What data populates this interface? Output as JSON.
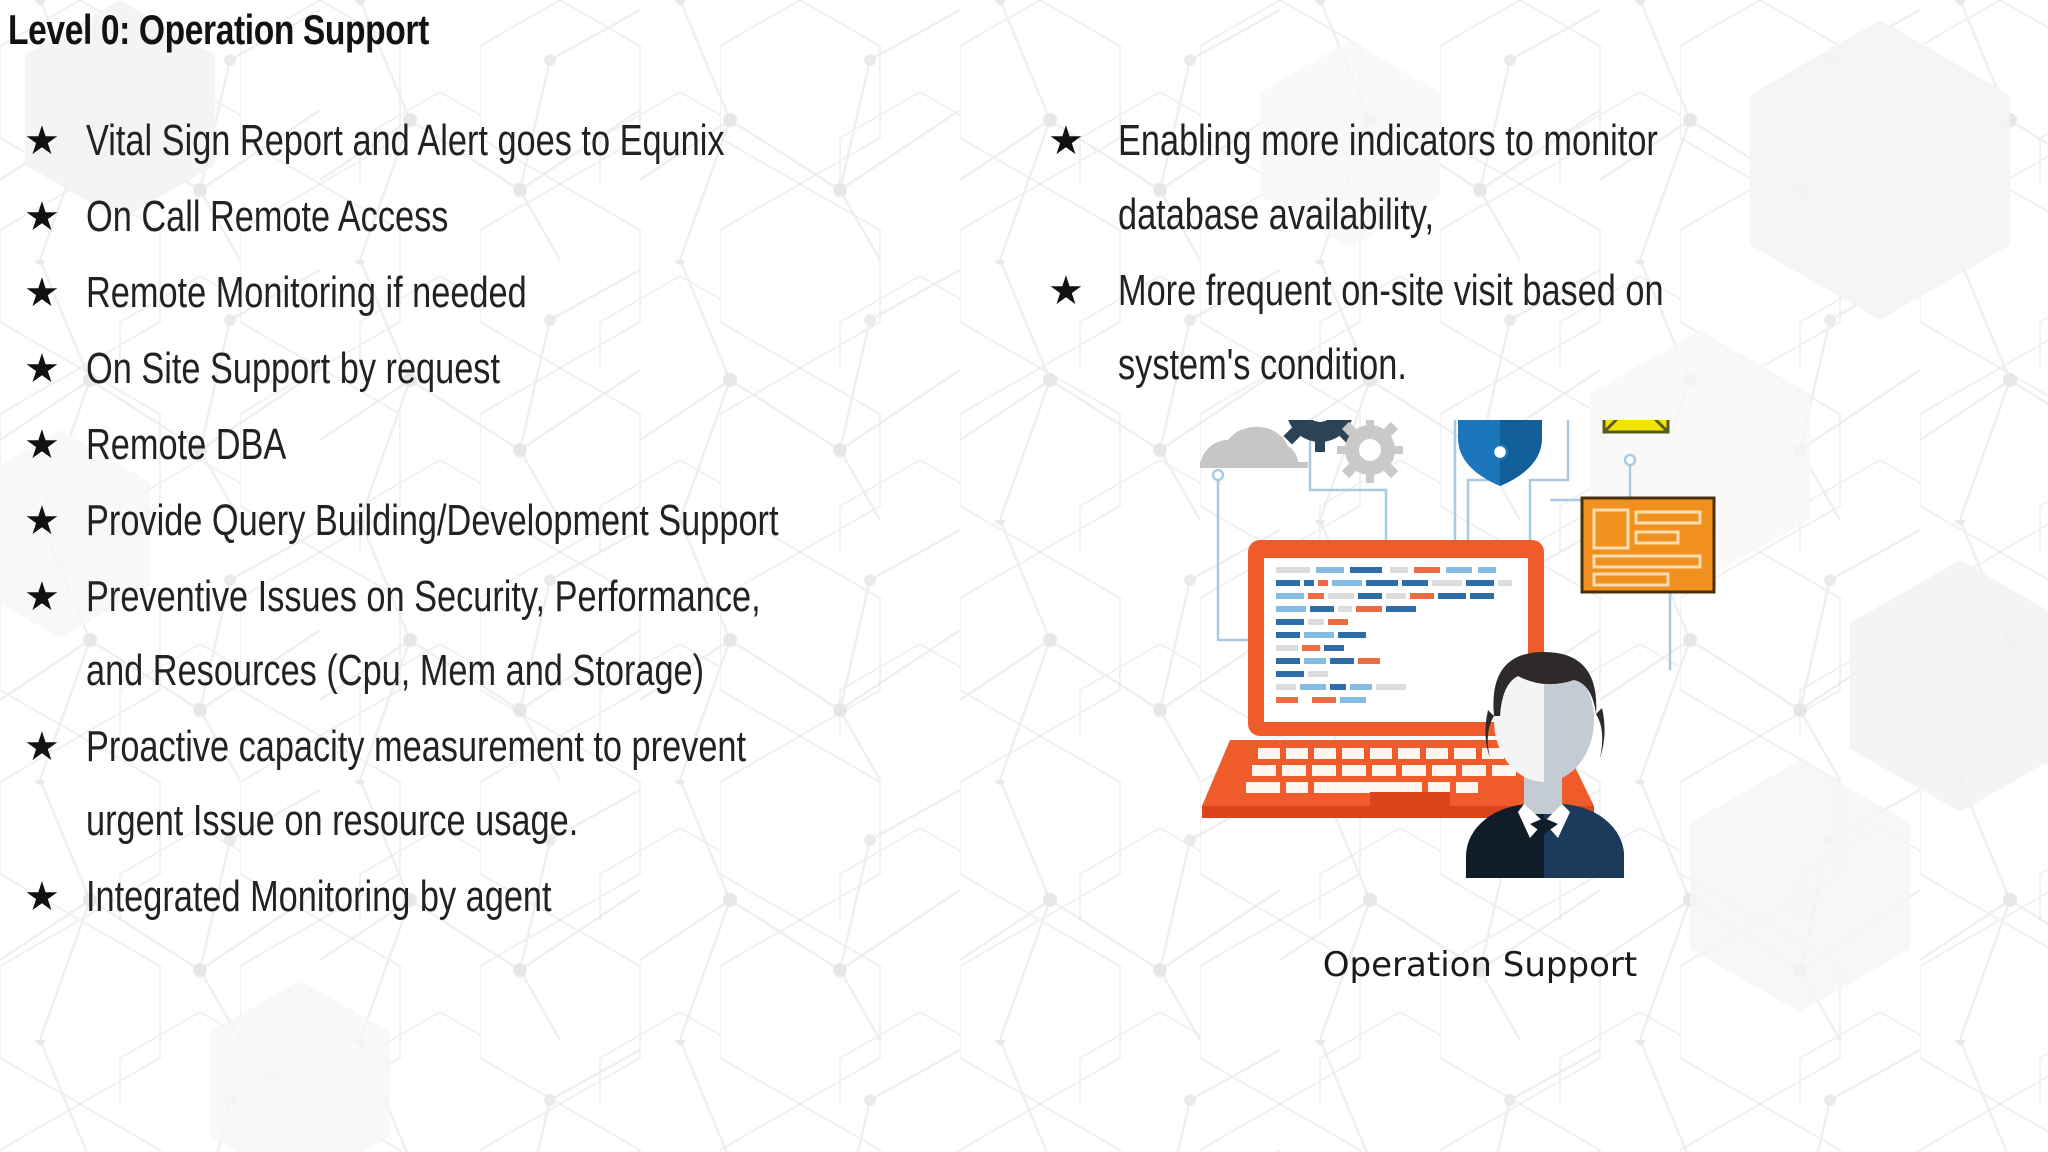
{
  "slide": {
    "title": "Level 0: Operation Support",
    "bullet_glyph": "★"
  },
  "left_column": {
    "items": [
      "Vital Sign Report and Alert goes to Equnix",
      "On Call Remote Access",
      "Remote Monitoring if needed",
      "On Site Support by request",
      "Remote DBA",
      "Provide Query Building/Development Support",
      "Preventive Issues on Security, Performance, and Resources (Cpu, Mem and Storage)",
      "Proactive capacity measurement to prevent urgent Issue on resource usage.",
      "Integrated Monitoring by agent"
    ]
  },
  "right_column": {
    "items": [
      "Enabling more indicators to monitor database availability,",
      "More frequent on-site visit based on system's condition."
    ]
  },
  "illustration": {
    "caption": "Operation Support",
    "icons": [
      "cloud-icon",
      "gears-icon",
      "shield-icon",
      "envelope-icon",
      "document-panel-icon",
      "laptop-icon",
      "person-icon"
    ],
    "colors": {
      "laptop_orange": "#EF5B2B",
      "laptop_orange_dark": "#D9441B",
      "code_blue": "#2E6DA8",
      "code_blue_light": "#86BCE3",
      "code_orange": "#EB6B43",
      "code_gray": "#DCDCDC",
      "gear_dark": "#2B4357",
      "gear_light": "#C9C9C9",
      "shield_blue": "#1C76BC",
      "shield_blue_dark": "#125E98",
      "envelope_yellow": "#F2E500",
      "panel_orange": "#F0901E",
      "cloud_gray": "#C6C6C6",
      "hair_dark": "#2F2A2A",
      "face_light": "#F4F4F4",
      "face_shadow": "#C3CBD4",
      "suit_dark": "#101C28",
      "suit_navy": "#1B3A5C",
      "line_blue": "#9FC6E0",
      "background": "#FFFFFF",
      "text": "#232323"
    }
  }
}
